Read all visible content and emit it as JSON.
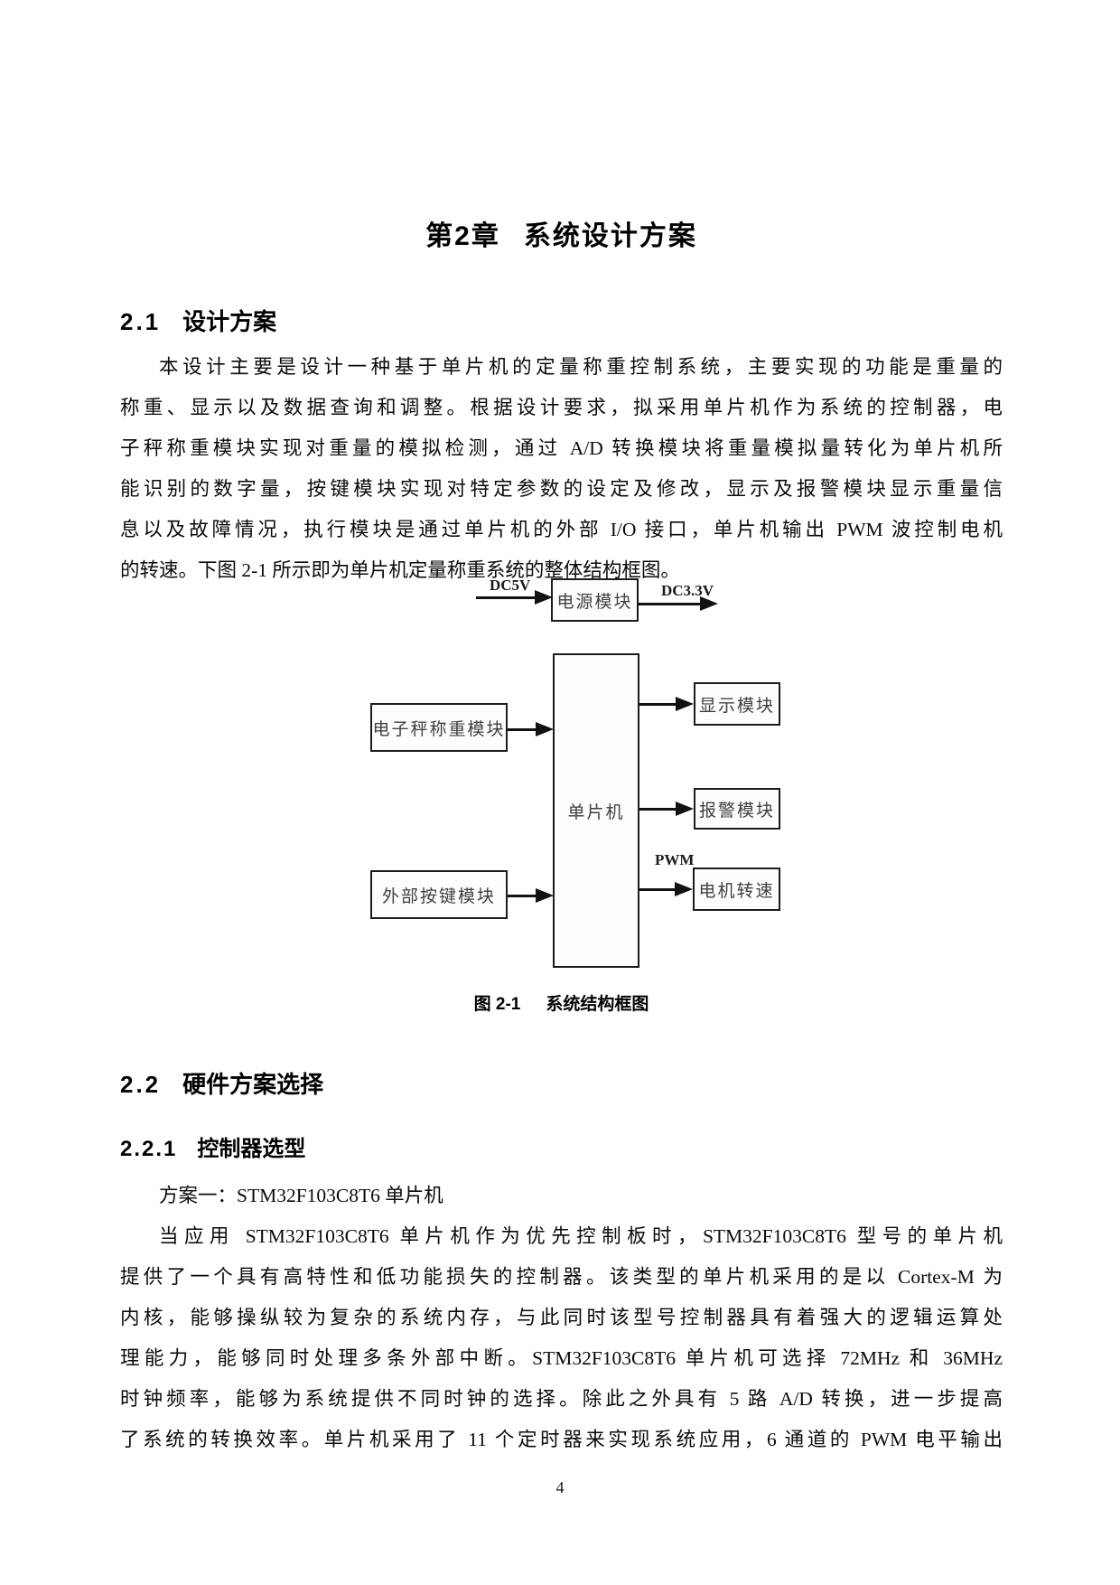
{
  "chapter": {
    "number": "第2章",
    "title": "系统设计方案"
  },
  "section_2_1": {
    "number": "2.1",
    "title": "设计方案",
    "lines": [
      "本设计主要是设计一种基于单片机的定量称重控制系统，主要实现的功能是重量的",
      "称重、显示以及数据查询和调整。根据设计要求，拟采用单片机作为系统的控制器，电",
      "子秤称重模块实现对重量的模拟检测，通过 A/D 转换模块将重量模拟量转化为单片机所",
      "能识别的数字量，按键模块实现对特定参数的设定及修改，显示及报警模块显示重量信",
      "息以及故障情况，执行模块是通过单片机的外部 I/O 接口，单片机输出 PWM 波控制电机",
      "的转速。下图 2-1 所示即为单片机定量称重系统的整体结构框图。"
    ]
  },
  "figure": {
    "caption_number": "图 2-1",
    "caption_text": "系统结构框图",
    "boxes": {
      "power": "电源模块",
      "mcu": "单片机",
      "scale": "电子秤称重模块",
      "keys": "外部按键模块",
      "display": "显示模块",
      "alarm": "报警模块",
      "motor": "电机转速"
    },
    "labels": {
      "dc5v": "DC5V",
      "dc33v": "DC3.3V",
      "pwm": "PWM"
    }
  },
  "section_2_2": {
    "number": "2.2",
    "title": "硬件方案选择"
  },
  "section_2_2_1": {
    "number": "2.2.1",
    "title": "控制器选型",
    "scheme_line": "方案一：STM32F103C8T6 单片机",
    "lines": [
      "当应用 STM32F103C8T6 单片机作为优先控制板时，STM32F103C8T6 型号的单片机",
      "提供了一个具有高特性和低功能损失的控制器。该类型的单片机采用的是以 Cortex-M 为",
      "内核，能够操纵较为复杂的系统内存，与此同时该型号控制器具有着强大的逻辑运算处",
      "理能力，能够同时处理多条外部中断。STM32F103C8T6 单片机可选择 72MHz 和 36MHz",
      "时钟频率，能够为系统提供不同时钟的选择。除此之外具有 5 路 A/D 转换，进一步提高",
      "了系统的转换效率。单片机采用了 11 个定时器来实现系统应用，6 通道的 PWM 电平输出"
    ]
  },
  "footer": {
    "page_number": "4"
  }
}
